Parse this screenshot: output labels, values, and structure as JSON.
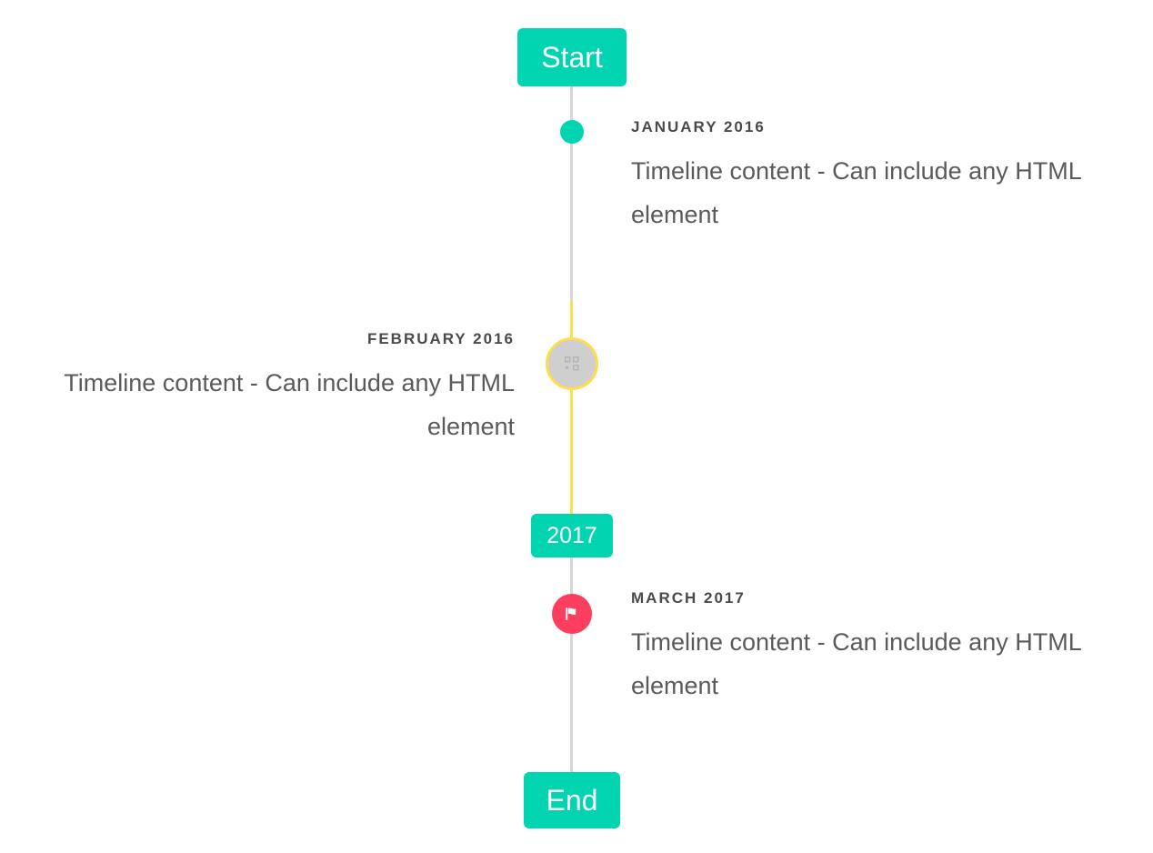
{
  "timeline": {
    "start_label": "Start",
    "end_label": "End",
    "year_marker_label": "2017",
    "colors": {
      "accent_teal": "#00D4B1",
      "accent_yellow": "#FFDD4E",
      "accent_pink": "#FC3F5F",
      "line_grey": "#D6D6D6",
      "marker_grey": "#CFCFCF",
      "date_text": "#4A4A4A",
      "body_text": "#5A5A5A",
      "background": "#FFFFFF"
    },
    "entries": [
      {
        "date": "January 2016",
        "body": "Timeline content - Can include any HTML element",
        "side": "right",
        "marker": "dot-teal",
        "marker_icon": ""
      },
      {
        "date": "February 2016",
        "body": "Timeline content - Can include any HTML element",
        "side": "left",
        "marker": "ring-grey",
        "marker_icon": "broken-image-icon"
      },
      {
        "date": "March 2017",
        "body": "Timeline content - Can include any HTML element",
        "side": "right",
        "marker": "circle-pink",
        "marker_icon": "flag-icon"
      }
    ]
  }
}
